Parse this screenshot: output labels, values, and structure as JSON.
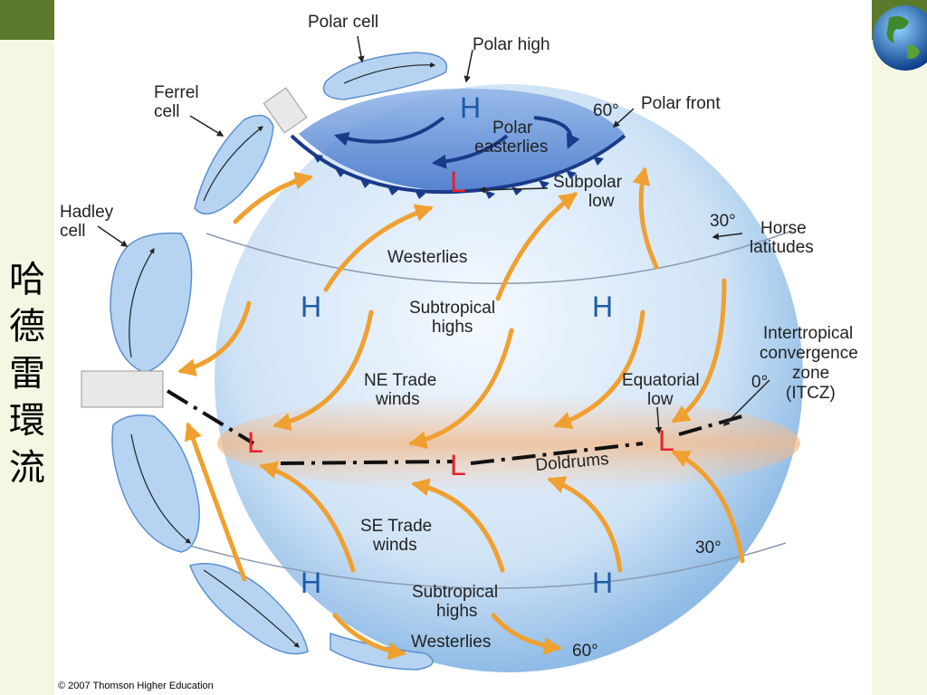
{
  "slide": {
    "title_chars": [
      "哈",
      "德",
      "雷",
      "環",
      "流"
    ],
    "logo_icon": "earth-globe-icon"
  },
  "diagram": {
    "copyright": "© 2007 Thomson Higher Education",
    "cells": {
      "polar": "Polar cell",
      "ferrel": [
        "Ferrel",
        "cell"
      ],
      "hadley": [
        "Hadley",
        "cell"
      ]
    },
    "callouts": {
      "polar_high": "Polar high",
      "polar_front": "Polar front",
      "subpolar_low": [
        "Subpolar",
        "low"
      ],
      "horse_latitudes": [
        "Horse",
        "latitudes"
      ],
      "itcz": [
        "Intertropical",
        "convergence",
        "zone",
        "(ITCZ)"
      ],
      "equatorial_low": [
        "Equatorial",
        "low"
      ]
    },
    "winds": {
      "polar_easterlies": [
        "Polar",
        "easterlies"
      ],
      "westerlies_north": "Westerlies",
      "ne_trade": [
        "NE Trade",
        "winds"
      ],
      "doldrums": "Doldrums",
      "se_trade": [
        "SE Trade",
        "winds"
      ],
      "westerlies_south": "Westerlies"
    },
    "pressure": {
      "subtropical_highs_north": [
        "Subtropical",
        "highs"
      ],
      "subtropical_highs_south": [
        "Subtropical",
        "highs"
      ],
      "high_symbol": "H",
      "low_symbol": "L"
    },
    "latitudes": {
      "lat_60n": "60°",
      "lat_30n": "30°",
      "lat_0": "0°",
      "lat_30s": "30°",
      "lat_60s": "60°"
    },
    "colors": {
      "wind_arrow": "#f0a030",
      "low_symbol": "#e8202a",
      "high_symbol": "#1e5aa8",
      "polar_front": "#1a3a8a"
    }
  }
}
